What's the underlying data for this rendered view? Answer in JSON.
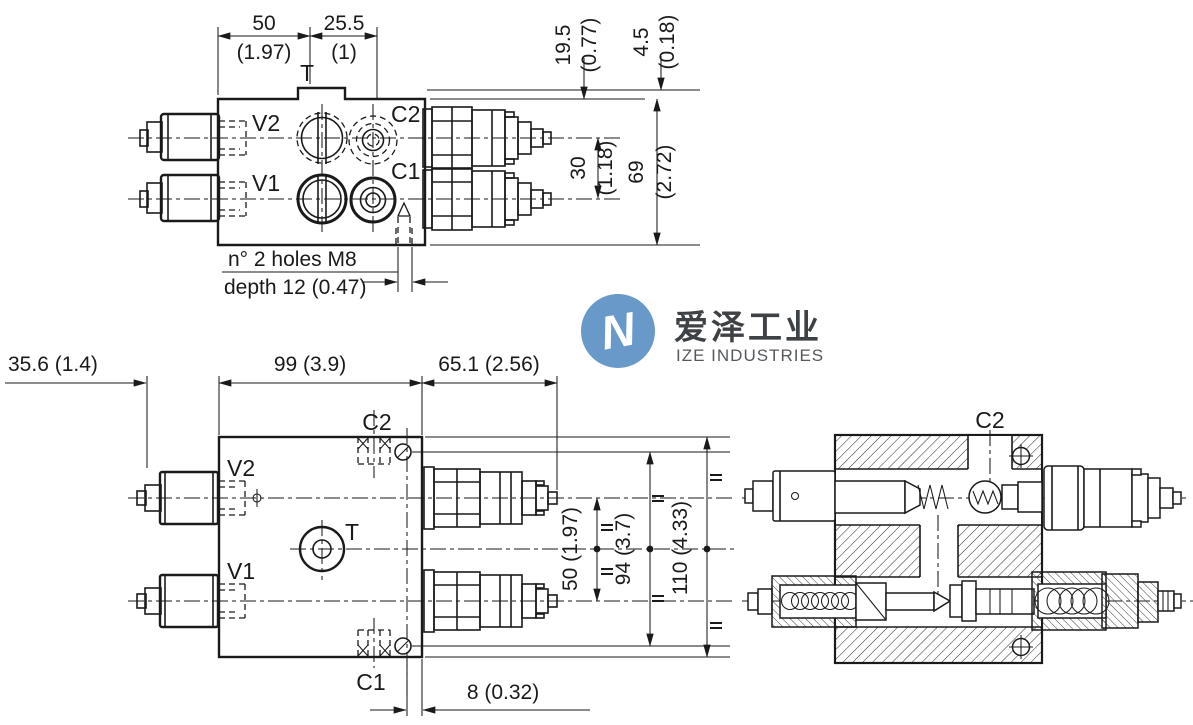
{
  "colors": {
    "line": "#1a1a1a",
    "background": "#ffffff",
    "logo_blue": "#6899c8",
    "logo_text": "#3f4245",
    "logo_subtext": "#55585c"
  },
  "logo": {
    "mark": "N",
    "name_cn": "爱泽工业",
    "name_en": "IZE INDUSTRIES"
  },
  "top_view": {
    "ports": {
      "t": "T",
      "v2": "V2",
      "v1": "V1",
      "c2": "C2",
      "c1": "C1"
    },
    "dims": {
      "w50": "50",
      "w50_in": "(1.97)",
      "w255": "25.5",
      "w255_in": "(1)",
      "h195": "19.5",
      "h195_in": "(0.77)",
      "h45": "4.5",
      "h45_in": "(0.18)",
      "h30": "30",
      "h30_in": "(1.18)",
      "h69": "69",
      "h69_in": "(2.72)"
    },
    "notes": {
      "holes": "n° 2 holes M8",
      "depth": "depth 12 (0.47)"
    }
  },
  "front_view": {
    "ports": {
      "v2": "V2",
      "v1": "V1",
      "t": "T",
      "c2": "C2",
      "c1": "C1"
    },
    "dims": {
      "w356": "35.6 (1.4)",
      "w99": "99 (3.9)",
      "w651": "65.1 (2.56)",
      "h50": "50 (1.97)",
      "h94": "94 (3.7)",
      "h110": "110 (4.33)",
      "w8": "8 (0.32)"
    }
  },
  "section_view": {
    "ports": {
      "c2": "C2"
    }
  }
}
